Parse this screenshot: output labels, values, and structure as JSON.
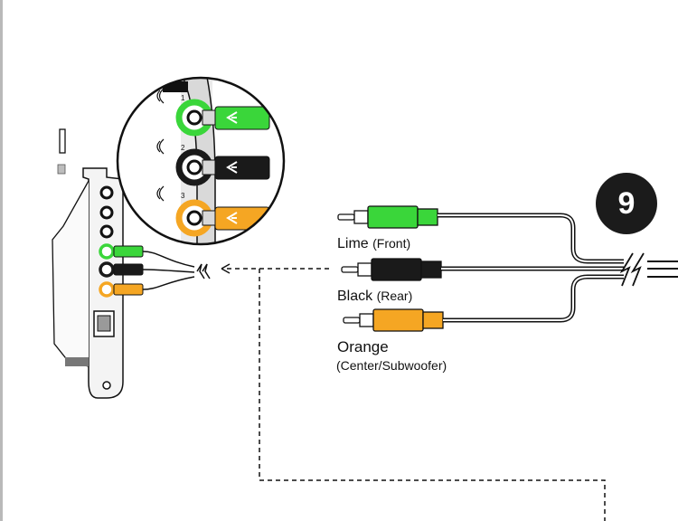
{
  "step": {
    "number": "9"
  },
  "cables": [
    {
      "name": "Lime",
      "position": "(Front)",
      "color": "#3ad63a"
    },
    {
      "name": "Black",
      "position": "(Rear)",
      "color": "#1a1a1a"
    },
    {
      "name": "Orange",
      "position": "(Center/Subwoofer)",
      "color": "#f5a623"
    }
  ],
  "inset_ports": [
    {
      "label": "1"
    },
    {
      "label": "2"
    },
    {
      "label": "3"
    }
  ],
  "colors": {
    "lime": "#3ad63a",
    "black": "#1a1a1a",
    "orange": "#f5a623",
    "line": "#111111"
  }
}
